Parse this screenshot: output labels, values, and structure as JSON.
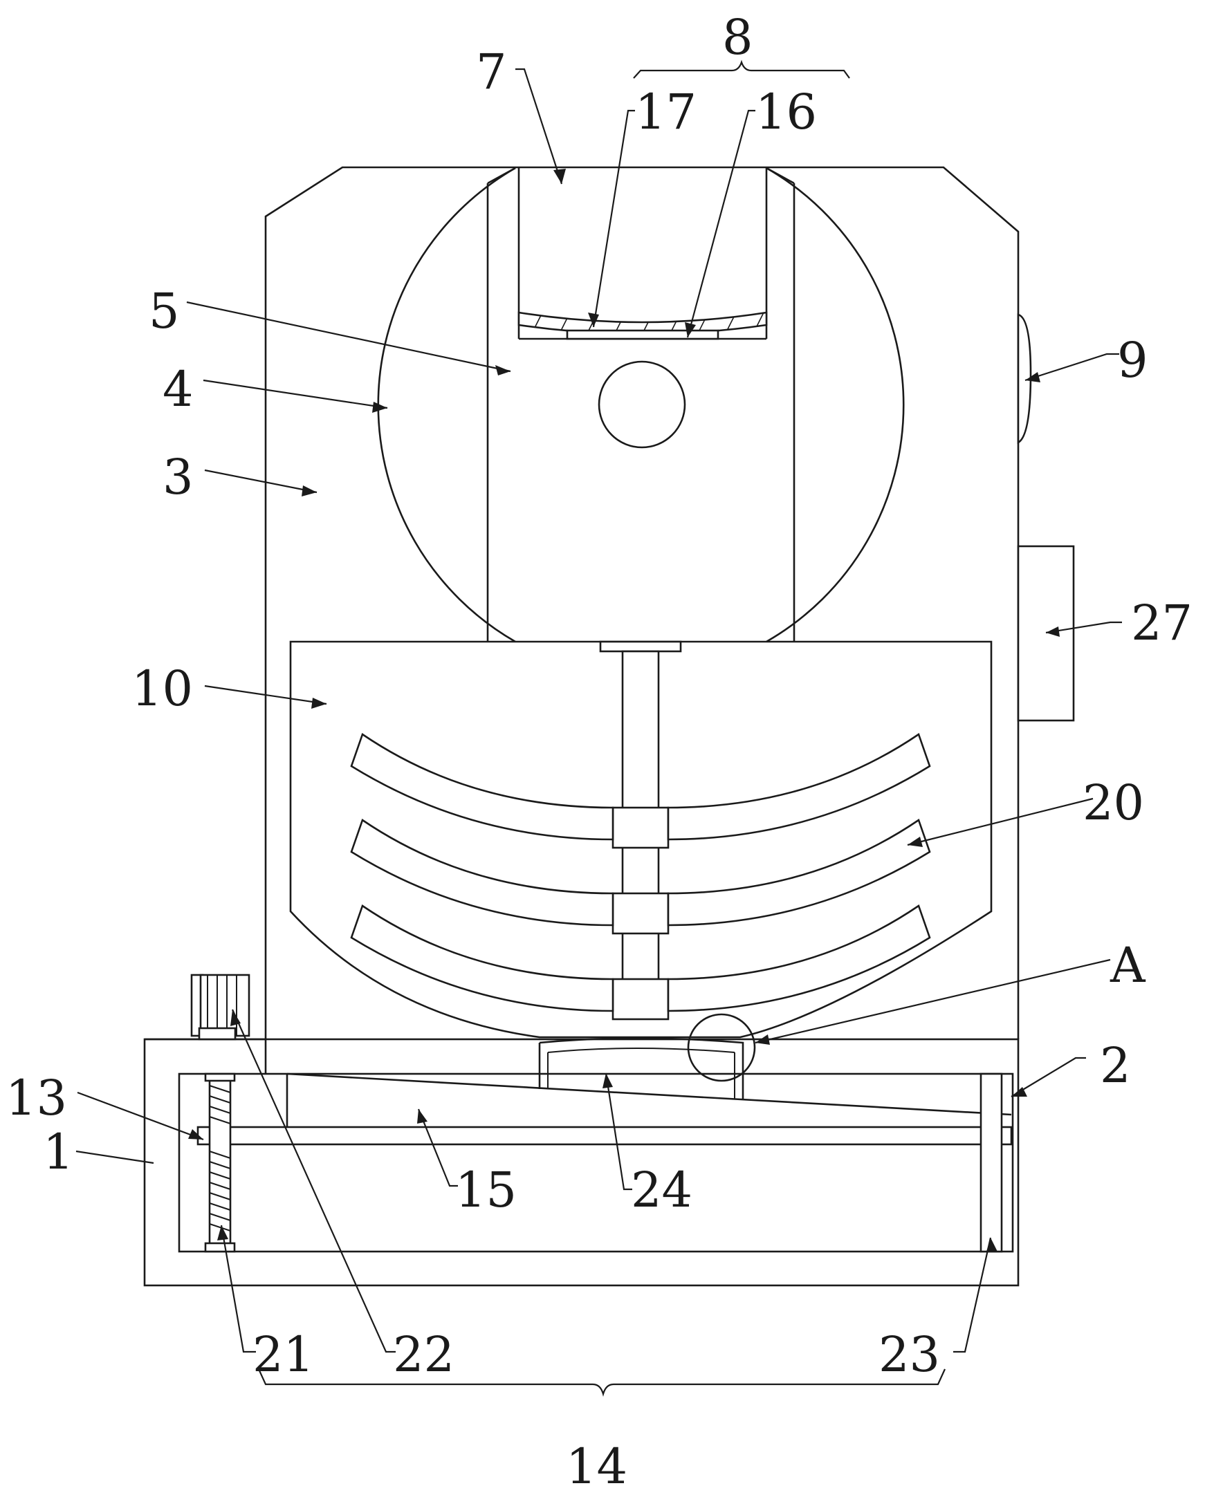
{
  "figure": {
    "labels": {
      "l1": "1",
      "l2": "2",
      "l3": "3",
      "l4": "4",
      "l5": "5",
      "l7": "7",
      "l8": "8",
      "l9": "9",
      "l10": "10",
      "l13": "13",
      "l14": "14",
      "l15": "15",
      "l16": "16",
      "l17": "17",
      "l20": "20",
      "l21": "21",
      "l22": "22",
      "l23": "23",
      "l24": "24",
      "l27": "27",
      "lA": "A"
    }
  }
}
